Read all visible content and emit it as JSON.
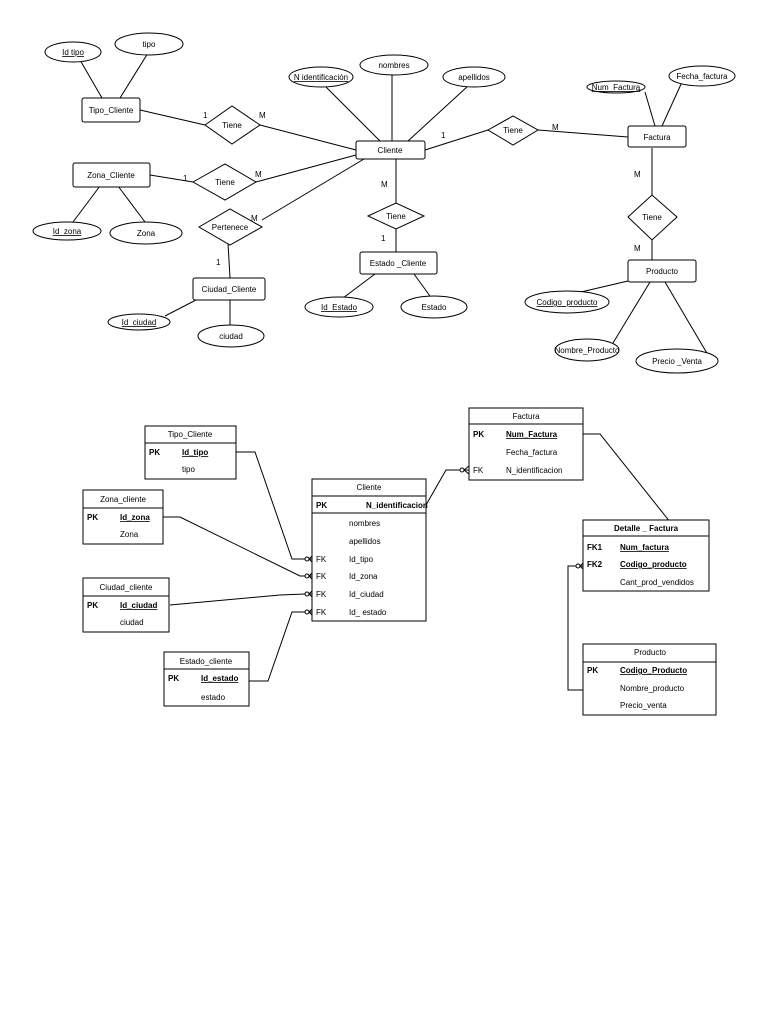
{
  "er": {
    "entities": {
      "tipo_cliente": "Tipo_Cliente",
      "zona_cliente": "Zona_Cliente",
      "cliente": "Cliente",
      "factura": "Factura",
      "ciudad_cliente": "Ciudad_Cliente",
      "estado_cliente": "Estado _Cliente",
      "producto": "Producto"
    },
    "attributes": {
      "id_tipo": "Id tipo",
      "tipo": "tipo",
      "n_identificacion": "N identificación",
      "nombres": "nombres",
      "apellidos": "apellidos",
      "num_factura": "Num_Factura",
      "fecha_factura": "Fecha_factura",
      "id_zona": "Id_zona",
      "zona": "Zona",
      "id_ciudad": "Id_ciudad",
      "ciudad": "ciudad",
      "id_estado": "Id_Estado",
      "estado": "Estado",
      "codigo_producto": "Codigo_producto",
      "nombre_producto": "Nombre_Producto",
      "precio_venta": "Precio _Venta"
    },
    "relationships": {
      "tiene_tipo": "Tiene",
      "tiene_zona": "Tiene",
      "pertenece": "Pertenece",
      "tiene_estado": "Tiene",
      "tiene_factura": "Tiene",
      "tiene_producto": "Tiene"
    },
    "cardinalities": {
      "one": "1",
      "many": "M"
    }
  },
  "relational": {
    "tipo_cliente": {
      "title": "Tipo_Cliente",
      "rows": [
        {
          "key": "PK",
          "name": "Id_tipo"
        },
        {
          "key": "",
          "name": "tipo"
        }
      ]
    },
    "zona_cliente": {
      "title": "Zona_cliente",
      "rows": [
        {
          "key": "PK",
          "name": "Id_zona"
        },
        {
          "key": "",
          "name": "Zona"
        }
      ]
    },
    "ciudad_cliente": {
      "title": "Ciudad_cliente",
      "rows": [
        {
          "key": "PK",
          "name": "Id_ciudad"
        },
        {
          "key": "",
          "name": "ciudad"
        }
      ]
    },
    "estado_cliente": {
      "title": "Estado_cliente",
      "rows": [
        {
          "key": "PK",
          "name": "Id_estado"
        },
        {
          "key": "",
          "name": "estado"
        }
      ]
    },
    "cliente": {
      "title": "Cliente",
      "rows": [
        {
          "key": "PK",
          "name": "N_identificacion"
        },
        {
          "key": "",
          "name": "nombres"
        },
        {
          "key": "",
          "name": "apellidos"
        },
        {
          "key": "FK",
          "name": "Id_tipo"
        },
        {
          "key": "FK",
          "name": "Id_zona"
        },
        {
          "key": "FK",
          "name": "Id_ciudad"
        },
        {
          "key": "FK",
          "name": "Id_ estado"
        }
      ]
    },
    "factura": {
      "title": "Factura",
      "rows": [
        {
          "key": "PK",
          "name": "Num_Factura"
        },
        {
          "key": "",
          "name": "Fecha_factura"
        },
        {
          "key": "FK",
          "name": "N_identificacion"
        }
      ]
    },
    "detalle_factura": {
      "title": "Detalle _ Factura",
      "rows": [
        {
          "key": "FK1",
          "name": "Num_factura"
        },
        {
          "key": "FK2",
          "name": "Codigo_producto"
        },
        {
          "key": "",
          "name": "Cant_prod_vendidos"
        }
      ]
    },
    "producto": {
      "title": "Producto",
      "rows": [
        {
          "key": "PK",
          "name": "Codigo_Producto"
        },
        {
          "key": "",
          "name": "Nombre_producto"
        },
        {
          "key": "",
          "name": "Precio_venta"
        }
      ]
    }
  }
}
